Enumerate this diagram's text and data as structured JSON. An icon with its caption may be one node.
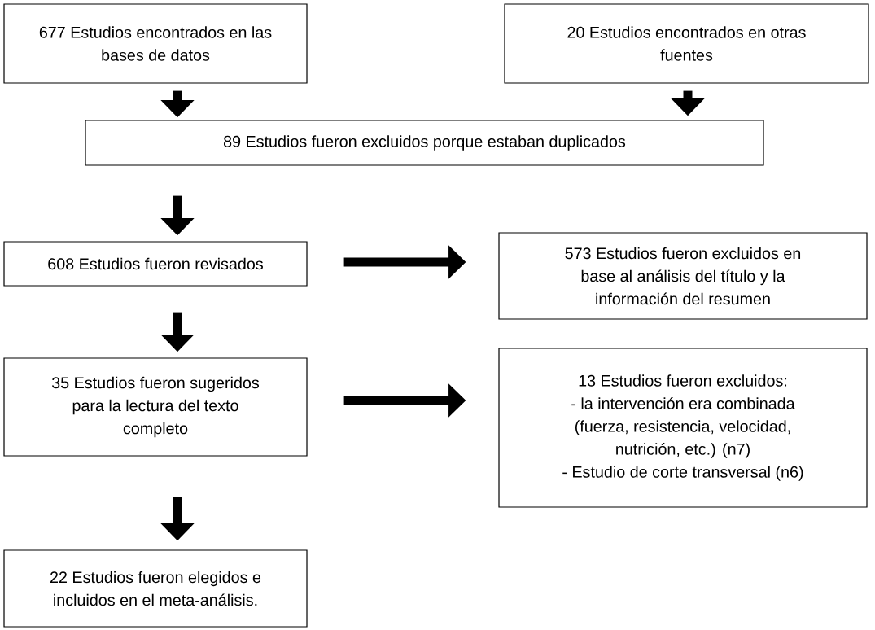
{
  "diagram": {
    "nodes": [
      {
        "text": [
          "677 Estudios encontrados en las bases de datos"
        ]
      },
      {
        "text": [
          "20 Estudios encontrados en otras fuentes"
        ]
      },
      {
        "text": [
          "89 Estudios fueron excluidos porque estaban duplicados"
        ]
      },
      {
        "text": [
          "608 Estudios fueron revisados"
        ]
      },
      {
        "text": [
          "573 Estudios fueron excluidos en base al análisis del título y la información del resumen"
        ]
      },
      {
        "text": [
          "35 Estudios fueron sugeridos para la lectura del texto completo"
        ]
      },
      {
        "text": [
          "13 Estudios fueron excluidos:",
          "- la intervención era combinada (fuerza, resistencia, velocidad, nutrición, etc.) (n7)",
          "- Estudio de corte transversal (n6)"
        ]
      },
      {
        "text": [
          "22 Estudios fueron elegidos e incluidos en el meta-análisis."
        ]
      }
    ],
    "edges": [
      {
        "from": 0,
        "to": 2,
        "arrow": "to"
      },
      {
        "from": 1,
        "to": 2,
        "arrow": "to"
      },
      {
        "from": 2,
        "to": 3,
        "arrow": "to"
      },
      {
        "from": 3,
        "to": 4,
        "arrow": "to"
      },
      {
        "from": 3,
        "to": 5,
        "arrow": "to"
      },
      {
        "from": 5,
        "to": 6,
        "arrow": "to"
      },
      {
        "from": 5,
        "to": 7,
        "arrow": "to"
      }
    ]
  }
}
